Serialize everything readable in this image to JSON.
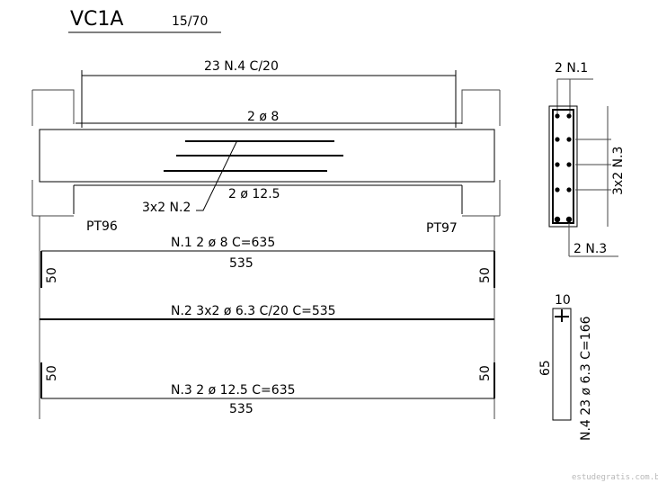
{
  "title": "VC1A",
  "section": "15/70",
  "stirrup_callout": "23 N.4 C/20",
  "top_bars": "2 ø 8",
  "bottom_bars": "2 ø 12.5",
  "side_bars": "3x2 N.2",
  "support_left": "PT96",
  "support_right": "PT97",
  "cross_section": {
    "top_label": "2 N.1",
    "side_label": "3x2 N.3",
    "bottom_label": "2 N.3"
  },
  "bar_n1": {
    "label": "N.1 2 ø 8 C=635",
    "length": "535",
    "hook_left": "50",
    "hook_right": "50"
  },
  "bar_n2": {
    "label": "N.2 3x2 ø 6.3 C/20 C=535"
  },
  "bar_n3": {
    "label": "N.3 2 ø 12.5 C=635",
    "length": "535",
    "hook_left": "50",
    "hook_right": "50"
  },
  "stirrup": {
    "width": "10",
    "height": "65",
    "label": "N.4 23 ø 6.3 C=166"
  },
  "watermark": "estudegratis.com.br"
}
